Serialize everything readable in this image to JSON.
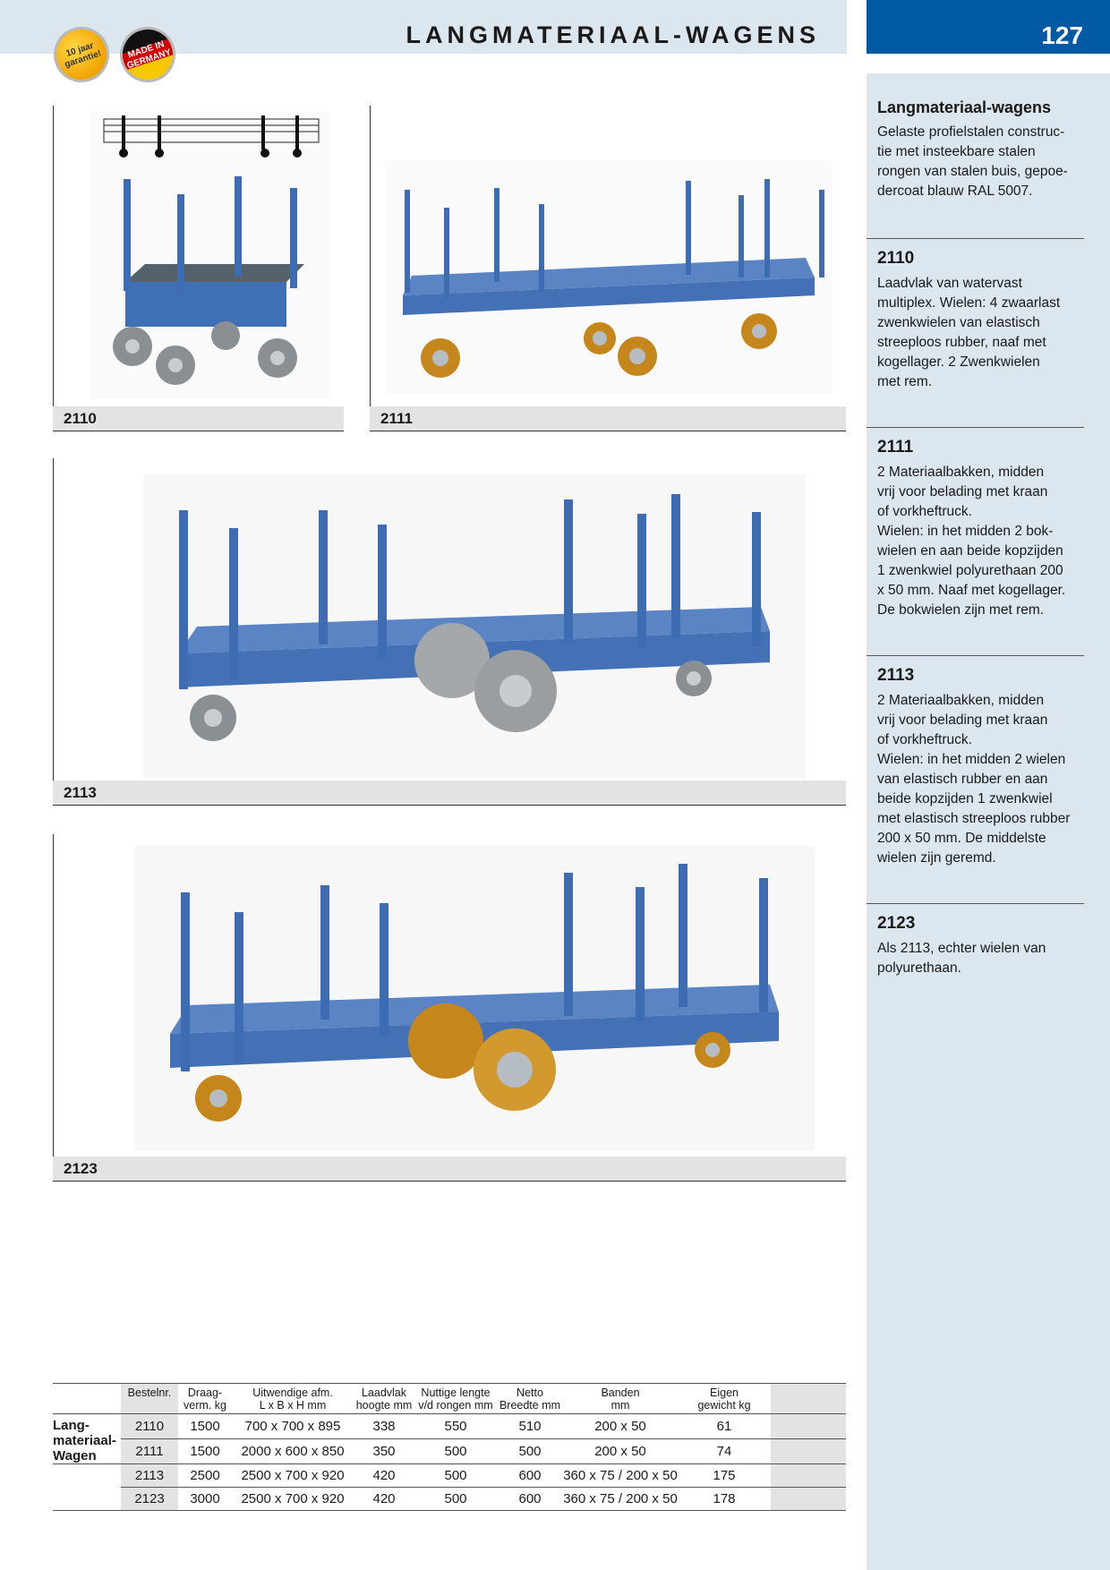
{
  "header": {
    "title": "LANGMATERIAAL-WAGENS",
    "page_number": "127",
    "badge_warranty": "10 jaar garantie!",
    "badge_made_in": "MADE IN GERMANY",
    "accent_color": "#005aa3",
    "band_color": "#dbe6ef"
  },
  "sidebar": {
    "intro_title": "Langmateriaal-wagens",
    "intro_text": "Gelaste profielstalen construc-\ntie met insteekbare stalen\nrongen  van stalen buis, gepoe-\ndercoat blauw RAL 5007.",
    "items": [
      {
        "number": "2110",
        "text": "Laadvlak van watervast\nmultiplex. Wielen: 4 zwaarlast\nzwenkwielen van elastisch\nstreeploos rubber, naaf met\nkogellager. 2 Zwenkwielen\nmet rem."
      },
      {
        "number": "2111",
        "text": "2 Materiaalbakken, midden\nvrij voor belading met kraan\nof vorkheftruck.\nWielen: in het midden 2 bok-\nwielen en aan beide kopzijden\n1 zwenkwiel polyurethaan 200\nx 50 mm. Naaf met kogellager.\nDe bokwielen zijn met rem."
      },
      {
        "number": "2113",
        "text": "2 Materiaalbakken, midden\nvrij voor belading met kraan\nof vorkheftruck.\nWielen: in het midden 2 wielen\nvan elastisch rubber en aan\nbeide kopzijden 1 zwenkwiel\nmet elastisch streeploos rubber\n200 x 50 mm. De middelste\nwielen zijn geremd."
      },
      {
        "number": "2123",
        "text": "Als 2113, echter wielen van\npolyurethaan."
      }
    ]
  },
  "figures": [
    {
      "caption": "2110"
    },
    {
      "caption": "2111"
    },
    {
      "caption": "2113"
    },
    {
      "caption": "2123"
    }
  ],
  "table": {
    "headers": [
      "Bestelnr.",
      "Draag-\nverm. kg",
      "Uitwendige afm.\nL x B x H mm",
      "Laadvlak\nhoogte mm",
      "Nuttige lengte\nv/d rongen mm",
      "Netto\nBreedte mm",
      "Banden\nmm",
      "Eigen\ngewicht kg"
    ],
    "group_label": "Lang-\nmateriaal-\nWagen",
    "rows": [
      [
        "2110",
        "1500",
        "700 x 700 x 895",
        "338",
        "550",
        "510",
        "200 x 50",
        "61"
      ],
      [
        "2111",
        "1500",
        "2000 x 600 x 850",
        "350",
        "500",
        "500",
        "200 x 50",
        "74"
      ],
      [
        "2113",
        "2500",
        "2500 x 700 x 920",
        "420",
        "500",
        "600",
        "360 x 75 / 200 x 50",
        "175"
      ],
      [
        "2123",
        "3000",
        "2500 x 700 x 920",
        "420",
        "500",
        "600",
        "360 x 75 / 200 x 50",
        "178"
      ]
    ]
  }
}
